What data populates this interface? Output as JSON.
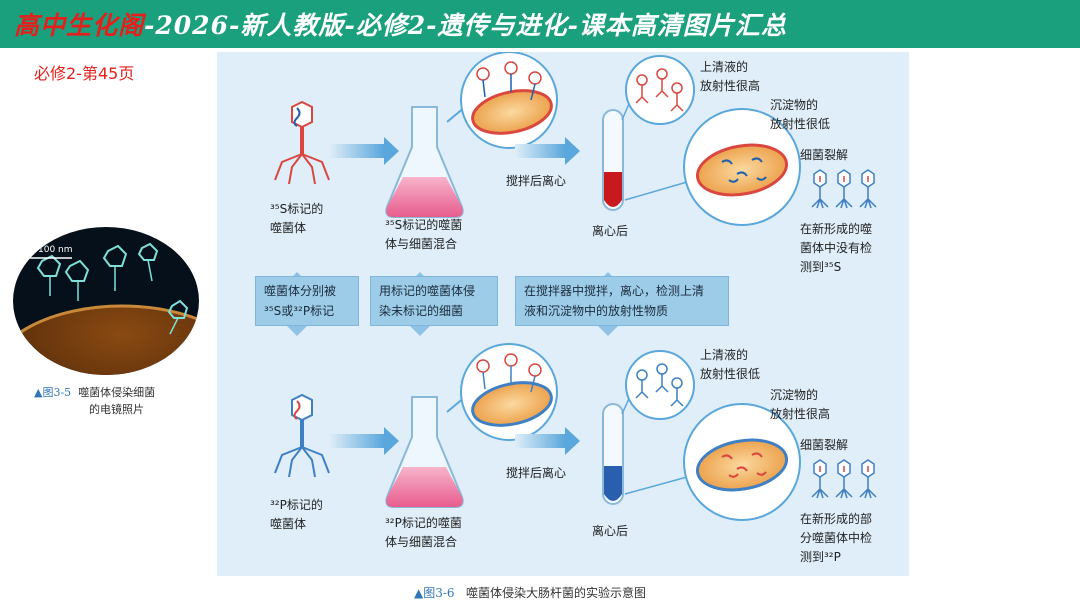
{
  "banner": {
    "brand": "高中生化阁",
    "series": "-2026-新人教版-必修2-遗传与进化-课本高清图片汇总"
  },
  "page_ref": "必修2-第45页",
  "photo": {
    "scale_label": "100 nm"
  },
  "fig_3_5": {
    "number": "▲图3-5",
    "line1": "噬菌体侵染细菌",
    "line2": "的电镜照片"
  },
  "top_row": {
    "phage_label1": "³⁵S标记的",
    "phage_label2": "噬菌体",
    "mix_label1": "³⁵S标记的噬菌",
    "mix_label2": "体与细菌混合",
    "stir_label": "搅拌后离心",
    "tube_label": "离心后",
    "supernatant1": "上清液的",
    "supernatant2": "放射性很高",
    "sediment1": "沉淀物的",
    "sediment2": "放射性很低",
    "lysis": "细菌裂解",
    "result1": "在新形成的噬",
    "result2": "菌体中没有检",
    "result3": "测到³⁵S"
  },
  "middle": {
    "box1_line1": "噬菌体分别被",
    "box1_line2": "³⁵S或³²P标记",
    "box2_line1": "用标记的噬菌体侵",
    "box2_line2": "染未标记的细菌",
    "box3_line1": "在搅拌器中搅拌，离心，检测上清",
    "box3_line2": "液和沉淀物中的放射性物质"
  },
  "bottom_row": {
    "phage_label1": "³²P标记的",
    "phage_label2": "噬菌体",
    "mix_label1": "³²P标记的噬菌",
    "mix_label2": "体与细菌混合",
    "stir_label": "搅拌后离心",
    "tube_label": "离心后",
    "supernatant1": "上清液的",
    "supernatant2": "放射性很低",
    "sediment1": "沉淀物的",
    "sediment2": "放射性很高",
    "lysis": "细菌裂解",
    "result1": "在新形成的部",
    "result2": "分噬菌体中检",
    "result3": "测到³²P"
  },
  "fig_3_6": {
    "number": "▲图3-6",
    "title": "噬菌体侵染大肠杆菌的实验示意图"
  },
  "colors": {
    "banner_bg": "#1ba07e",
    "brand_text": "#e3201b",
    "panel_bg": "#dfeef8",
    "box_bg": "#9dcce9",
    "phage_red": "#d9473f",
    "phage_blue": "#3f7fc4",
    "flask_fill": "#ef7ea5",
    "tube_red": "#c8191e",
    "tube_blue": "#2a5fb0"
  }
}
